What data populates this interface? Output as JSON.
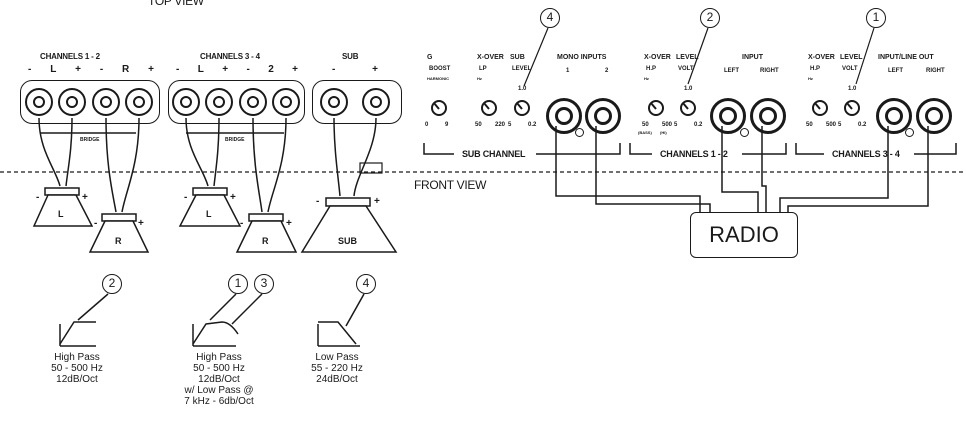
{
  "views": {
    "top": "TOP VIEW",
    "front": "FRONT VIEW"
  },
  "groups": [
    {
      "label": "CHANNELS 1 - 2",
      "polarity": [
        "-",
        "L",
        "+",
        "-",
        "R",
        "+"
      ],
      "bridge": "BRIDGE"
    },
    {
      "label": "CHANNELS 3 - 4",
      "polarity": [
        "-",
        "L",
        "+",
        "-",
        "2",
        "+"
      ],
      "bridge": "BRIDGE"
    },
    {
      "label": "SUB",
      "polarity": [
        "-",
        "+"
      ]
    }
  ],
  "controls": [
    {
      "top": "G",
      "label": "BOOST",
      "sub": "HARMONIC",
      "scale": [
        "0",
        "9"
      ]
    },
    {
      "top": "X-OVER",
      "label": "LP",
      "sub": "Hz",
      "scale": [
        "50",
        "220"
      ]
    },
    {
      "top": "SUB",
      "label": "LEVEL",
      "sub": "",
      "scale": [
        "5",
        "0.2"
      ],
      "mark": "1.0"
    },
    {
      "top": "X-OVER",
      "label": "H.P",
      "sub": "Hz",
      "scale": [
        "50",
        "500"
      ],
      "extra": [
        "(BASS)",
        "(HI)"
      ]
    },
    {
      "top": "LEVEL",
      "label": "VOLT",
      "sub": "",
      "scale": [
        "5",
        "0.2"
      ],
      "mark": "1.0"
    },
    {
      "top": "X-OVER",
      "label": "H.P",
      "sub": "Hz",
      "scale": [
        "50",
        "500"
      ]
    },
    {
      "top": "LEVEL",
      "label": "VOLT",
      "sub": "",
      "scale": [
        "5",
        "0.2"
      ],
      "mark": "1.0"
    }
  ],
  "inputs": [
    {
      "top": "MONO INPUTS",
      "left": "1",
      "right": "2"
    },
    {
      "top": "INPUT",
      "left": "LEFT",
      "right": "RIGHT"
    },
    {
      "top": "INPUT/LINE OUT",
      "left": "LEFT",
      "right": "RIGHT"
    }
  ],
  "sections": [
    "SUB CHANNEL",
    "CHANNELS 1 - 2",
    "CHANNELS 3 - 4"
  ],
  "callouts": [
    "1",
    "2",
    "3",
    "4"
  ],
  "speakers": [
    {
      "label": "L"
    },
    {
      "label": "R"
    },
    {
      "label": "L"
    },
    {
      "label": "R"
    },
    {
      "label": "SUB"
    }
  ],
  "radio_label": "RADIO",
  "filters": [
    {
      "callouts": [
        "2"
      ],
      "shape": "highpass",
      "lines": [
        "High Pass",
        "50 - 500 Hz",
        "12dB/Oct"
      ]
    },
    {
      "callouts": [
        "1",
        "3"
      ],
      "shape": "bandpass",
      "lines": [
        "High Pass",
        "50 - 500 Hz",
        "12dB/Oct",
        "w/ Low Pass @",
        "7 kHz - 6db/Oct"
      ]
    },
    {
      "callouts": [
        "4"
      ],
      "shape": "lowpass",
      "lines": [
        "Low Pass",
        "55 - 220 Hz",
        "24dB/Oct"
      ]
    }
  ]
}
